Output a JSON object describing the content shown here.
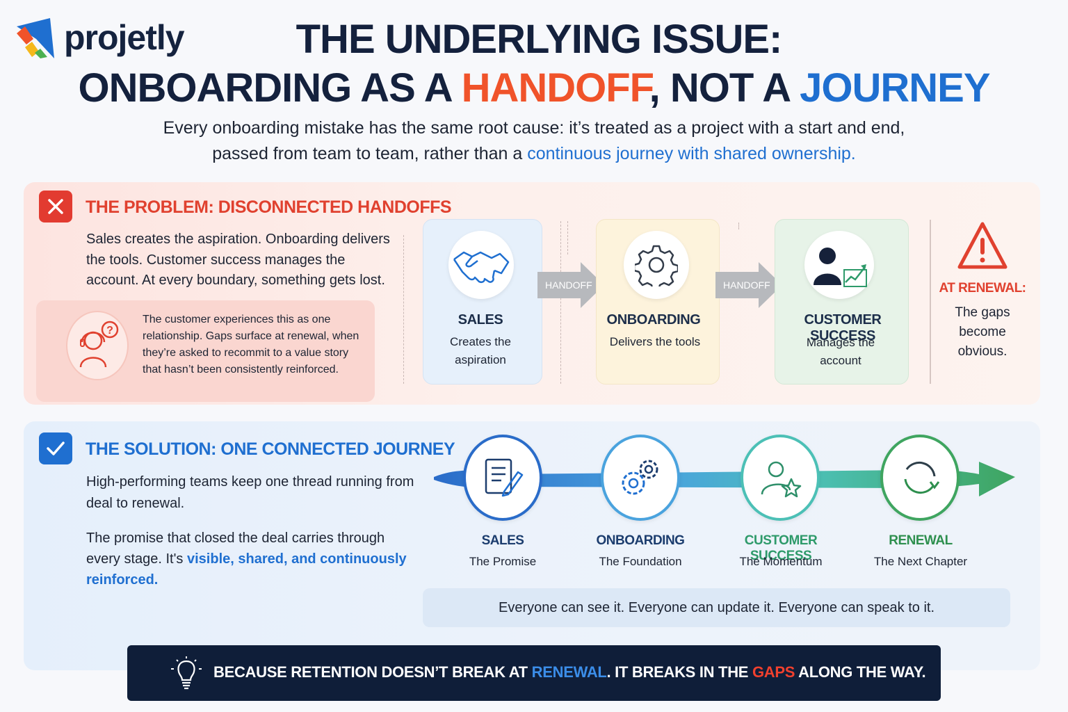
{
  "brand": {
    "name": "projetly"
  },
  "header": {
    "title_line1": "THE UNDERLYING ISSUE:",
    "title_line2_pre": "ONBOARDING AS A ",
    "title_line2_highlight1": "HANDOFF",
    "title_line2_mid": ", NOT A ",
    "title_line2_highlight2": "JOURNEY",
    "subtitle_line1": "Every onboarding mistake has the same root cause: it’s treated as a project with a start and end,",
    "subtitle_line2_pre": "passed from team to team, rather than a ",
    "subtitle_line2_highlight": "continuous journey with shared ownership."
  },
  "problem": {
    "heading": "THE PROBLEM: DISCONNECTED HANDOFFS",
    "text": "Sales creates the aspiration. Onboarding delivers the tools. Customer success manages the account. At every boundary, something gets lost.",
    "customer_text": "The customer experiences this as one relationship. Gaps surface at renewal, when they’re asked to recommit to a value story that hasn’t been consistently reinforced.",
    "stages": [
      {
        "title": "SALES",
        "desc": "Creates the aspiration"
      },
      {
        "title": "ONBOARDING",
        "desc": "Delivers the tools"
      },
      {
        "title": "CUSTOMER SUCCESS",
        "desc": "Manages the account"
      }
    ],
    "handoff_label": "HANDOFF",
    "warning_title": "AT RENEWAL:",
    "warning_desc": "The gaps become obvious.",
    "colors": {
      "accent": "#e0412f",
      "sales_card": "#e6f0fb",
      "onboarding_card": "#fdf3dc",
      "cs_card": "#e7f3e8"
    }
  },
  "solution": {
    "heading": "THE SOLUTION: ONE CONNECTED JOURNEY",
    "text1": "High-performing teams keep one thread running from deal to renewal.",
    "text2_pre": "The promise that closed the deal carries through every stage. It's ",
    "text2_highlight": "visible, shared, and continuously reinforced.",
    "stages": [
      {
        "title": "SALES",
        "sub": "The Promise",
        "color": "#1c3d6e"
      },
      {
        "title": "ONBOARDING",
        "sub": "The Foundation",
        "color": "#1c3d6e"
      },
      {
        "title": "CUSTOMER SUCCESS",
        "sub": "The Momentum",
        "color": "#2e9a6a"
      },
      {
        "title": "RENEWAL",
        "sub": "The Next Chapter",
        "color": "#2e8f4e"
      }
    ],
    "everyone": "Everyone can see it. Everyone can update it. Everyone can speak to it.",
    "colors": {
      "accent": "#1f6fd0"
    }
  },
  "footer": {
    "pre": "BECAUSE RETENTION DOESN’T BREAK AT ",
    "hl1": "RENEWAL",
    "mid": ". IT BREAKS IN THE ",
    "hl2": "GAPS",
    "post": " ALONG THE WAY."
  }
}
